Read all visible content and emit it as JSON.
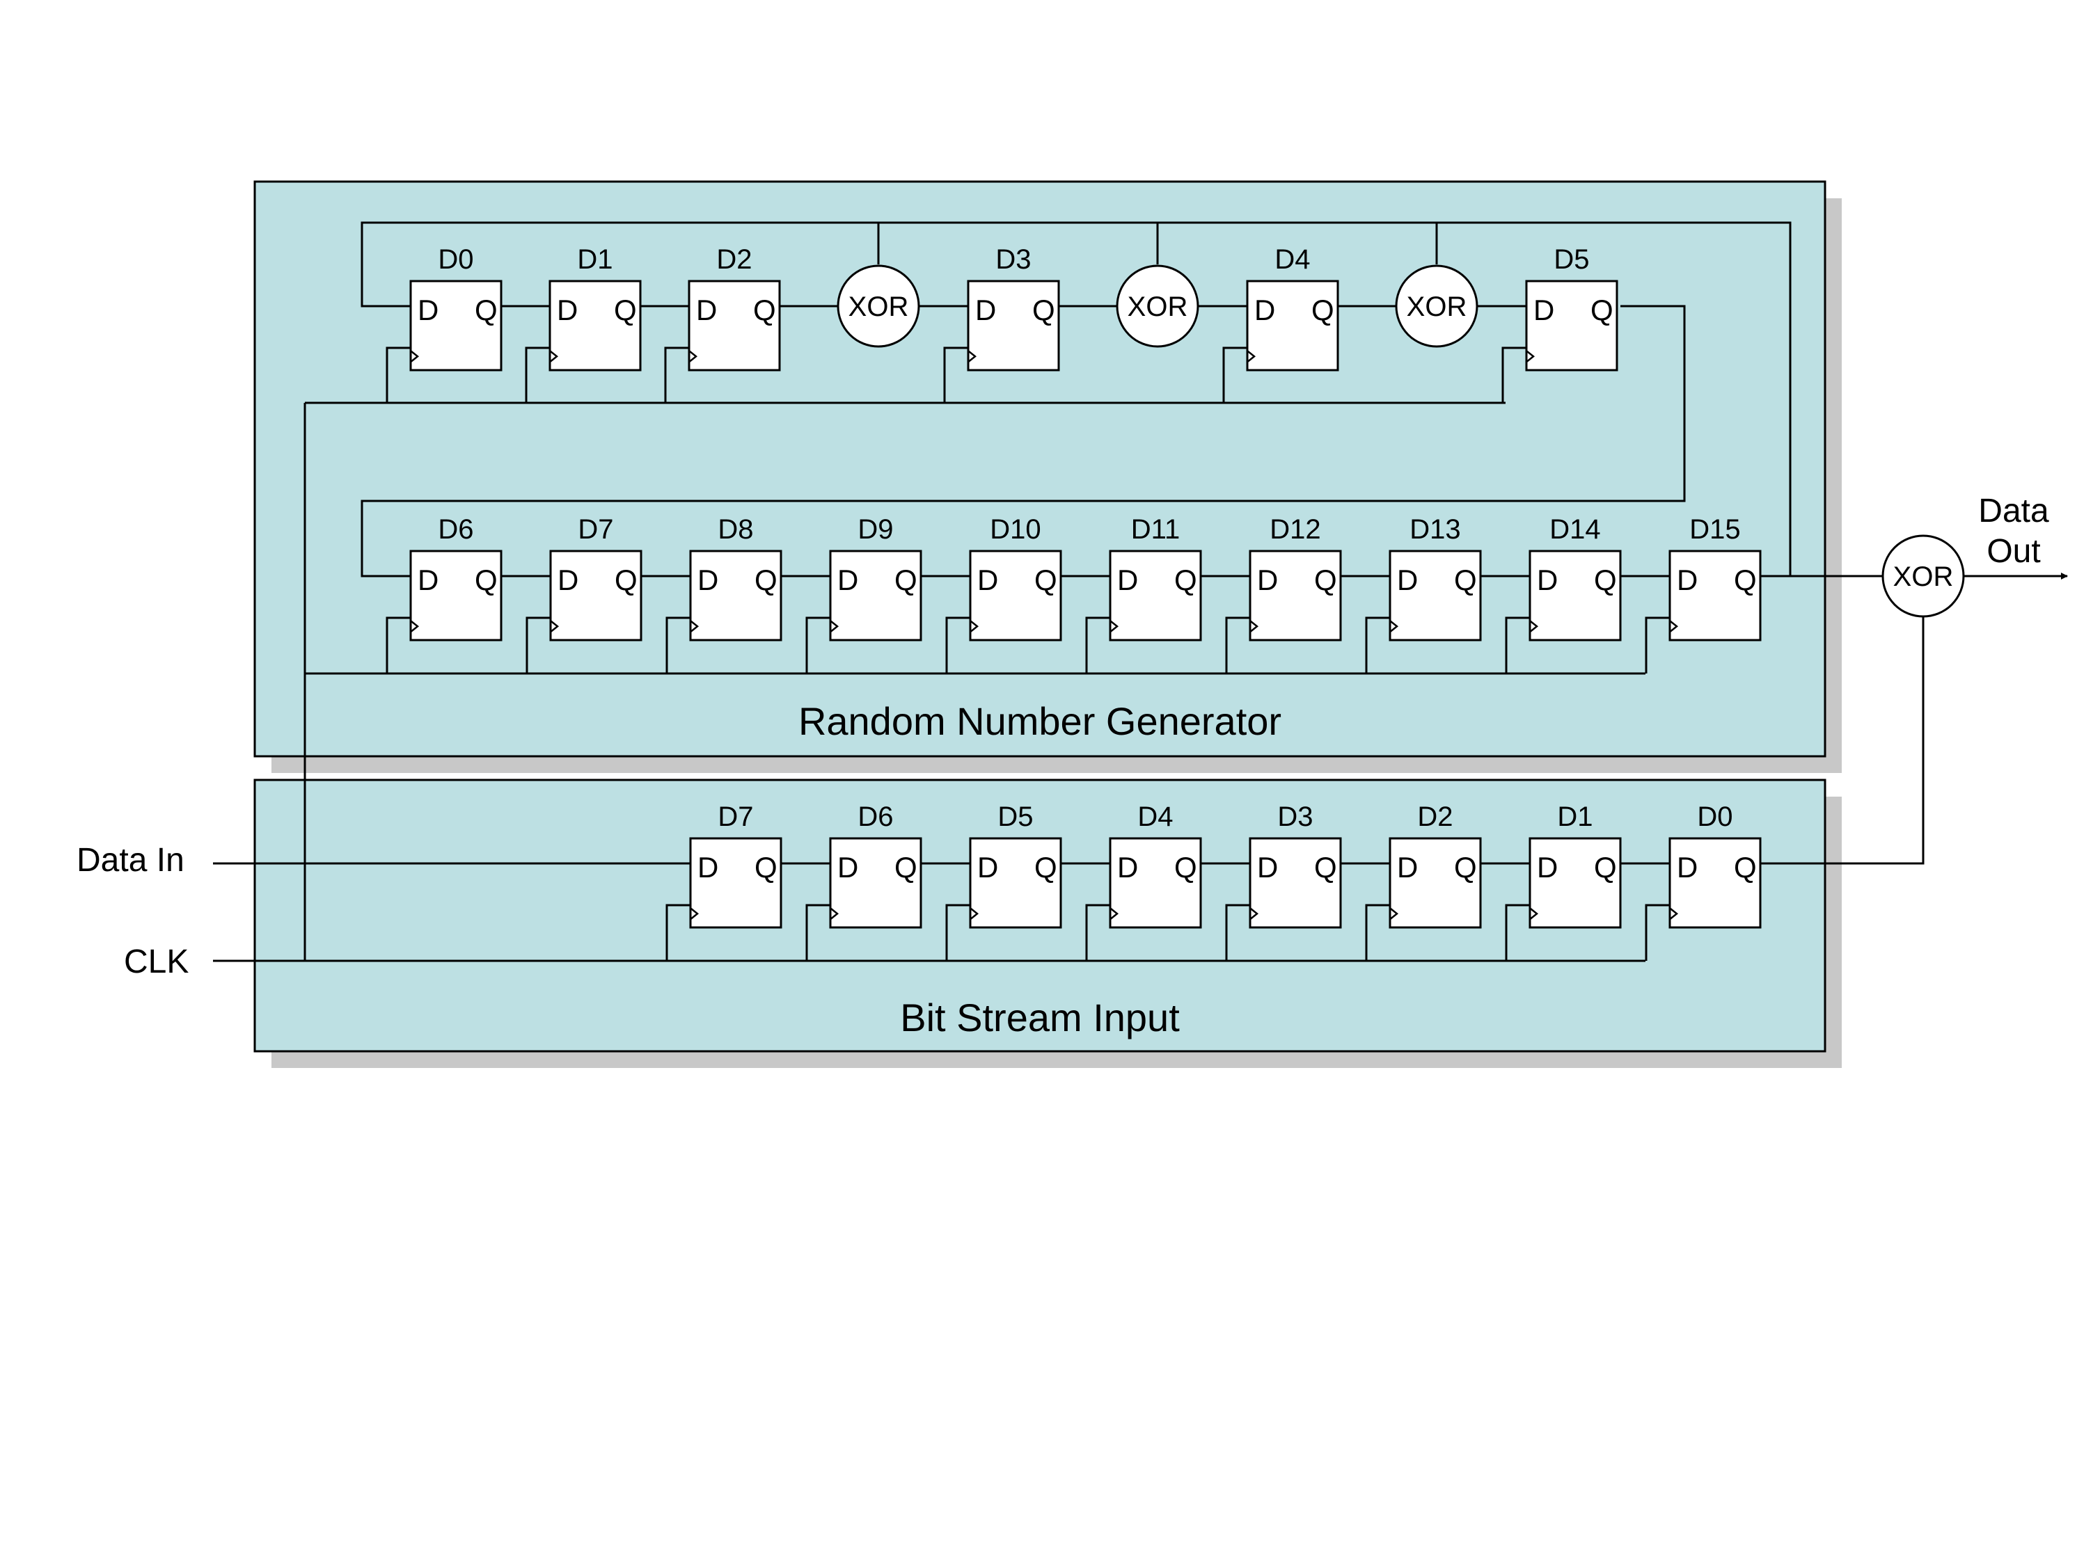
{
  "blocks": {
    "rng": {
      "title": "Random Number Generator"
    },
    "bsi": {
      "title": "Bit Stream Input"
    }
  },
  "io": {
    "data_in": "Data In",
    "clk": "CLK",
    "data_out_line1": "Data",
    "data_out_line2": "Out"
  },
  "pins": {
    "d": "D",
    "q": "Q"
  },
  "gate_label": "XOR",
  "rng_row1": [
    "D0",
    "D1",
    "D2",
    "D3",
    "D4",
    "D5"
  ],
  "rng_row2": [
    "D6",
    "D7",
    "D8",
    "D9",
    "D10",
    "D11",
    "D12",
    "D13",
    "D14",
    "D15"
  ],
  "bsi_row": [
    "D7",
    "D6",
    "D5",
    "D4",
    "D3",
    "D2",
    "D1",
    "D0"
  ],
  "colors": {
    "panel_fill": "#bde0e3",
    "shadow": "#c8c8c8",
    "line": "#000000",
    "box_fill": "#ffffff"
  }
}
